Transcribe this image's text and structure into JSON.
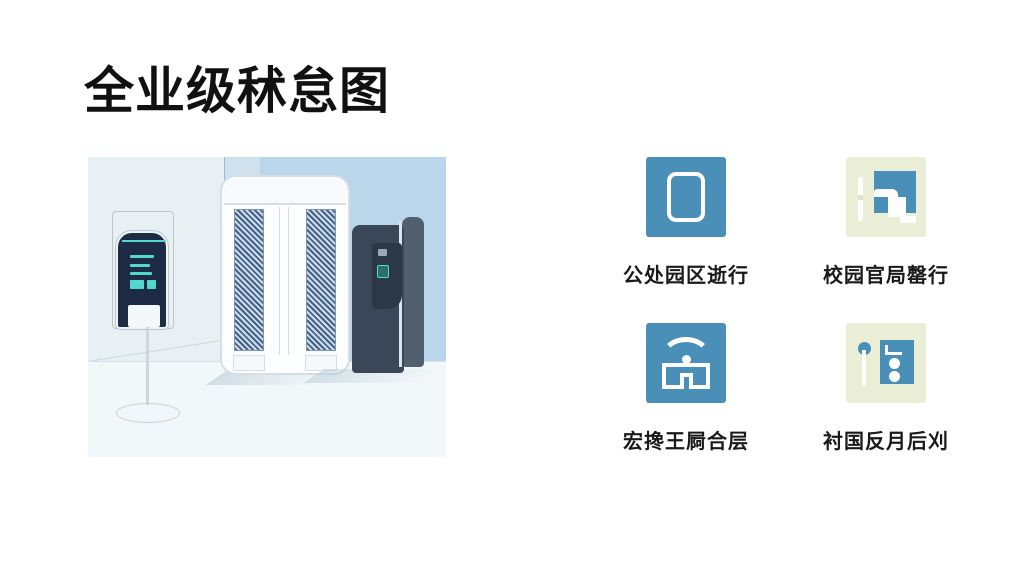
{
  "slide": {
    "background_color": "#ffffff",
    "title": "全业级秫怠图"
  },
  "illustration": {
    "alt_name": "access-control-gates-illustration",
    "background_color": "#eaf1f4",
    "wall_color": "#b9d6ea",
    "floor_color": "#f2f7f9",
    "devices": [
      {
        "name": "standing-kiosk-terminal",
        "body_color": "#1d2b44",
        "accent_color": "#53d8d0"
      },
      {
        "name": "speed-gate-turnstile",
        "frame_color": "#d6dee3",
        "panel_color": "#43618a"
      },
      {
        "name": "pillar-face-reader",
        "body_color": "#3a4758",
        "accent_color": "#53d8d0"
      }
    ]
  },
  "icons": [
    {
      "label": "公处园区逝行",
      "icon_name": "gate-rounded-rect-icon",
      "tile_style": "blue",
      "tile_color": "#4a8fb8",
      "glyph_color": "#ffffff"
    },
    {
      "label": "校园官局罄行",
      "icon_name": "office-reception-icon",
      "tile_style": "cream",
      "tile_color": "#eaeed6",
      "glyph_color": "#4a8fb8"
    },
    {
      "label": "宏搀王屙合层",
      "icon_name": "campus-building-icon",
      "tile_style": "blue",
      "tile_color": "#4a8fb8",
      "glyph_color": "#ffffff"
    },
    {
      "label": "衬国反月后刈",
      "icon_name": "access-panel-icon",
      "tile_style": "cream",
      "tile_color": "#eaeed6",
      "glyph_color": "#4a8fb8"
    }
  ]
}
